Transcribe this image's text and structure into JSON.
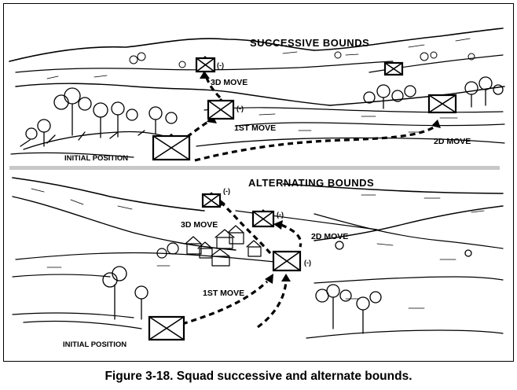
{
  "caption": "Figure 3-18. Squad successive and alternate bounds.",
  "top_panel": {
    "title": "SUCCESSIVE BOUNDS",
    "initial_position": "INITIAL POSITION",
    "move_1": "1ST MOVE",
    "move_2": "2D MOVE",
    "move_3": "3D MOVE",
    "team_marker": "(-)"
  },
  "bottom_panel": {
    "title": "ALTERNATING BOUNDS",
    "initial_position": "INITIAL POSITION",
    "move_1": "1ST MOVE",
    "move_2": "2D MOVE",
    "move_3": "3D MOVE",
    "team_marker": "(-)"
  },
  "divider_color": "#c8c8c8"
}
